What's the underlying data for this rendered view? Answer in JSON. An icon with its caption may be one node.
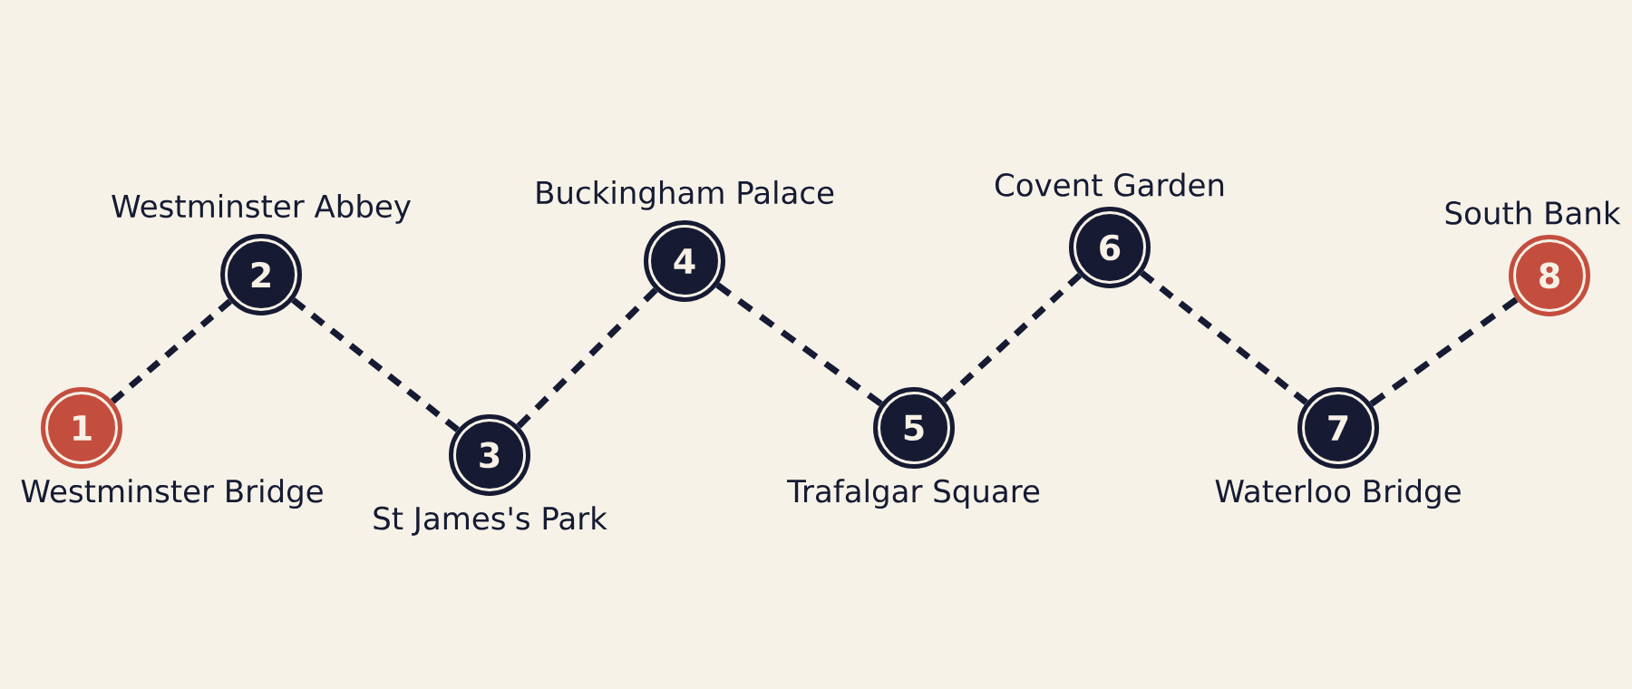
{
  "diagram": {
    "nodes": [
      {
        "text": [
          "1"
        ],
        "beside": [
          "Westminster Bridge"
        ]
      },
      {
        "text": [
          "2"
        ],
        "beside": [
          "Westminster Abbey"
        ]
      },
      {
        "text": [
          "3"
        ],
        "beside": [
          "St James's Park"
        ]
      },
      {
        "text": [
          "4"
        ],
        "beside": [
          "Buckingham Palace"
        ]
      },
      {
        "text": [
          "5"
        ],
        "beside": [
          "Trafalgar Square"
        ]
      },
      {
        "text": [
          "6"
        ],
        "beside": [
          "Covent Garden"
        ]
      },
      {
        "text": [
          "7"
        ],
        "beside": [
          "Waterloo Bridge"
        ]
      },
      {
        "text": [
          "8"
        ],
        "beside": [
          "South Bank"
        ]
      }
    ],
    "edges": [
      {
        "from": 0,
        "to": 1,
        "arrow": "none",
        "style": "dashed"
      },
      {
        "from": 1,
        "to": 2,
        "arrow": "none",
        "style": "dashed"
      },
      {
        "from": 2,
        "to": 3,
        "arrow": "none",
        "style": "dashed"
      },
      {
        "from": 3,
        "to": 4,
        "arrow": "none",
        "style": "dashed"
      },
      {
        "from": 4,
        "to": 5,
        "arrow": "none",
        "style": "dashed"
      },
      {
        "from": 5,
        "to": 6,
        "arrow": "none",
        "style": "dashed"
      },
      {
        "from": 6,
        "to": 7,
        "arrow": "none",
        "style": "dashed"
      }
    ]
  }
}
